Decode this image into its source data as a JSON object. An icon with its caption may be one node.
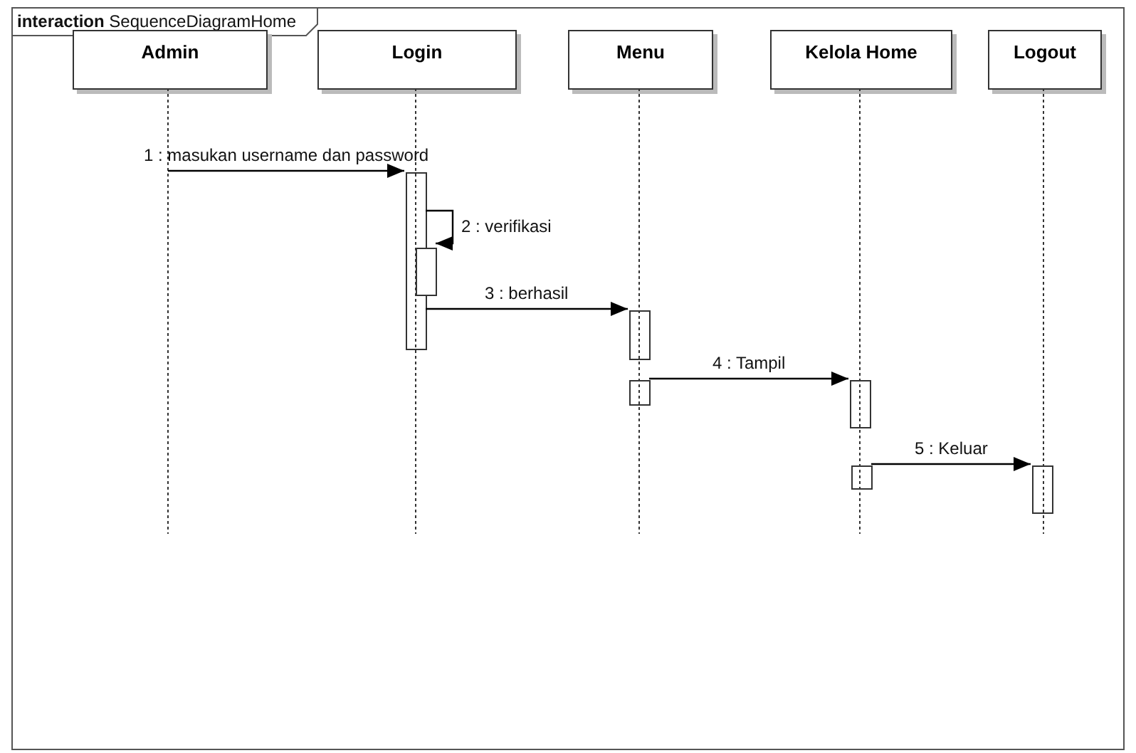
{
  "diagram": {
    "nodes": [
      {
        "text": [
          "**interaction** SequenceDiagramHome"
        ]
      },
      {
        "text": [
          "Admin"
        ],
        "in": 0
      },
      {
        "text": [
          "Login"
        ],
        "in": 0
      },
      {
        "text": [
          "Menu"
        ],
        "in": 0
      },
      {
        "text": [
          "Kelola Home"
        ],
        "in": 0
      },
      {
        "text": [
          "Logout"
        ],
        "in": 0
      },
      {
        "text": [],
        "shape": "bar",
        "in": 0
      },
      {
        "text": [],
        "shape": "bar",
        "in": 0
      },
      {
        "text": [],
        "shape": "bar",
        "in": 0
      },
      {
        "text": [],
        "shape": "bar",
        "in": 0
      },
      {
        "text": [],
        "shape": "bar",
        "in": 0
      },
      {
        "text": [],
        "shape": "bar",
        "in": 0
      },
      {
        "text": [],
        "shape": "bar",
        "in": 0
      }
    ],
    "edges": [
      {
        "from": 1,
        "to": 6,
        "arrow": "to",
        "label": "1 : masukan username dan password"
      },
      {
        "from": 6,
        "to": 7,
        "arrow": "to",
        "label": "2 : verifikasi"
      },
      {
        "from": 6,
        "to": 8,
        "arrow": "to",
        "label": "3 : berhasil"
      },
      {
        "from": 9,
        "to": 10,
        "arrow": "to",
        "label": "4 : Tampil"
      },
      {
        "from": 11,
        "to": 12,
        "arrow": "to",
        "label": "5 : Keluar"
      }
    ]
  }
}
